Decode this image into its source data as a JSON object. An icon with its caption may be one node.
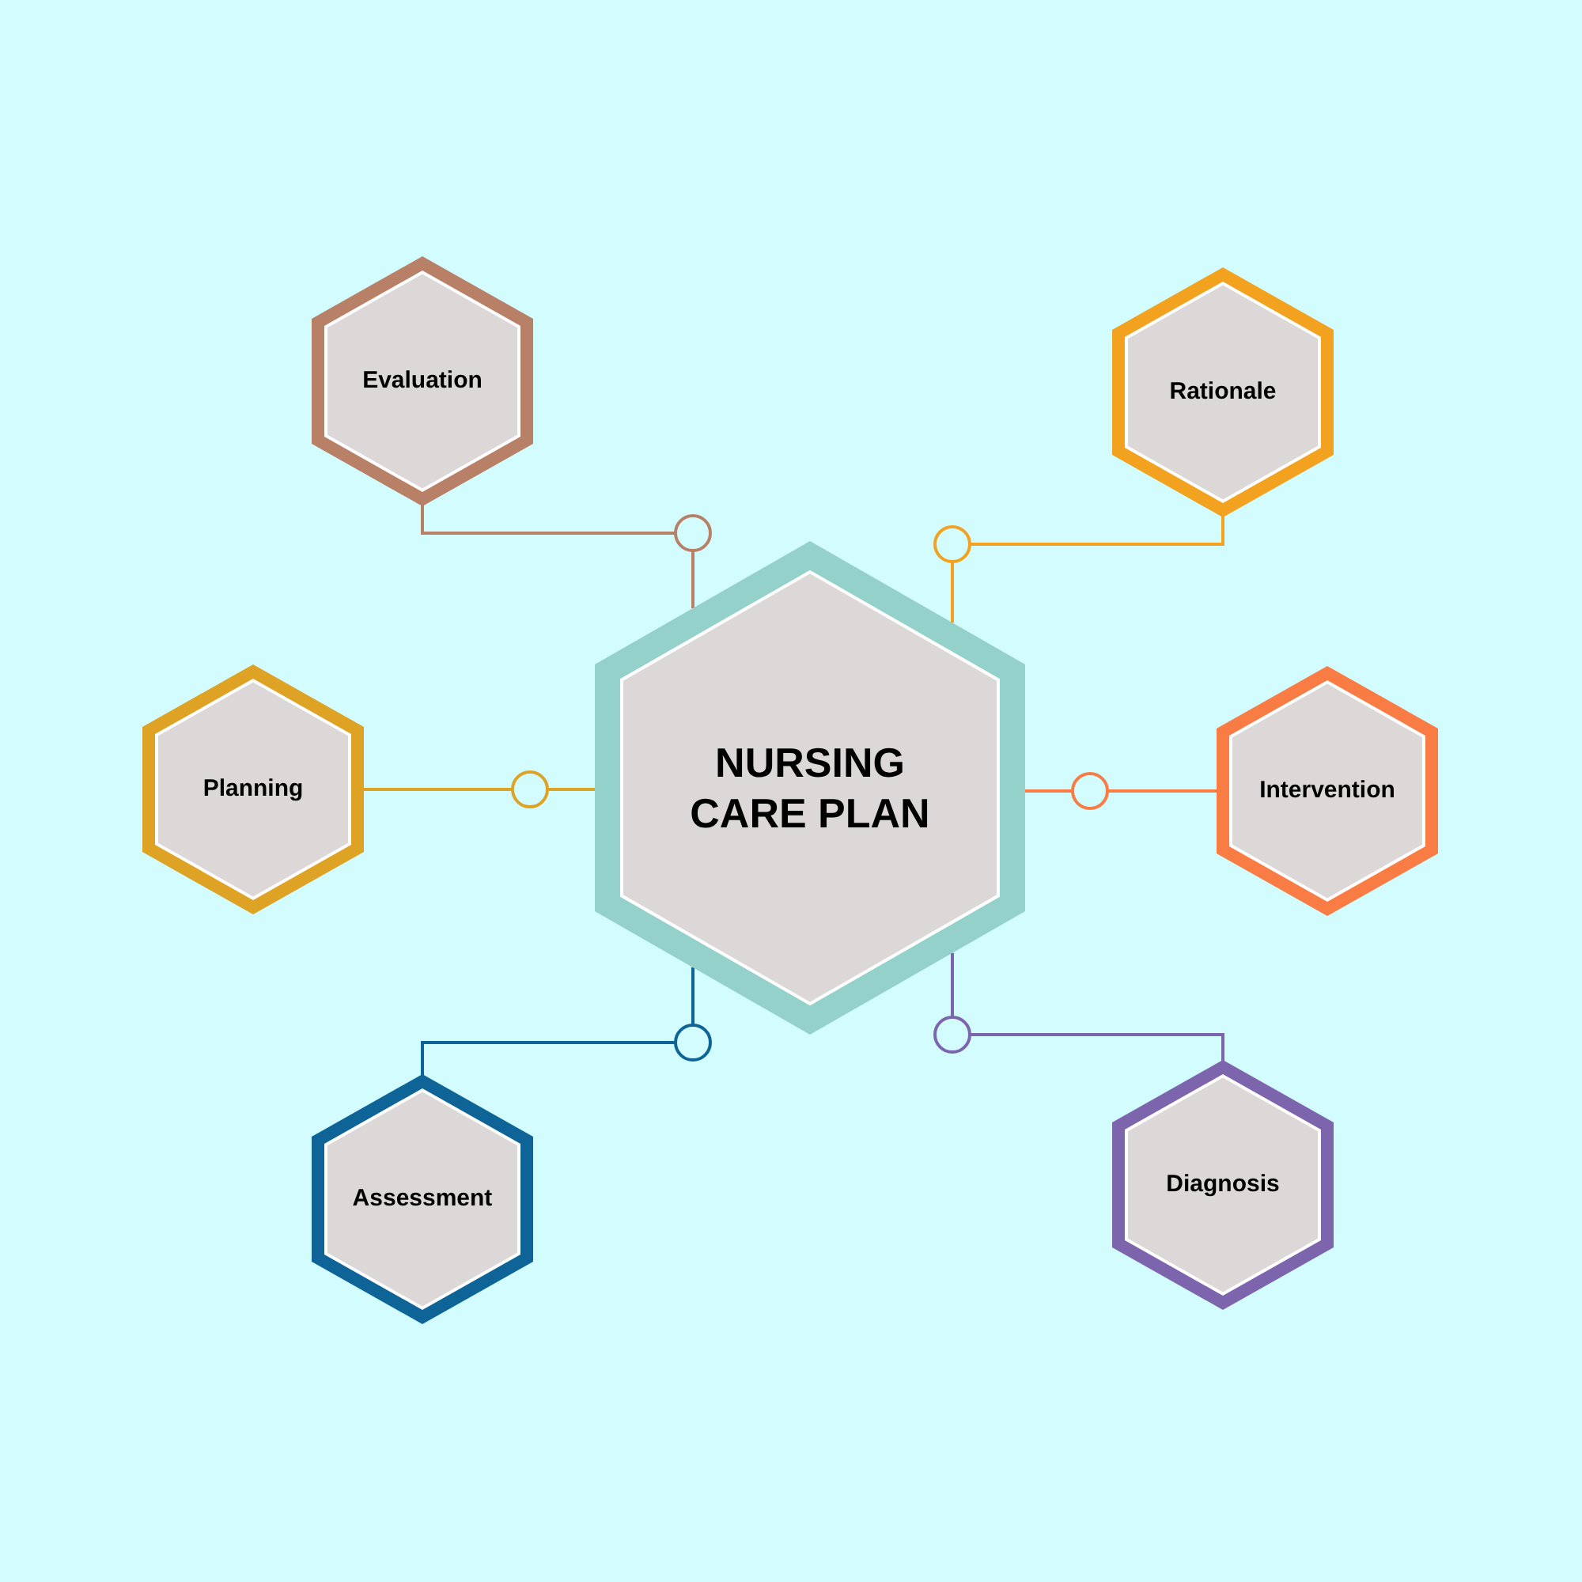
{
  "diagram": {
    "nodes": [
      {
        "text": [
          "NURSING CARE PLAN"
        ]
      },
      {
        "text": [
          "Evaluation"
        ]
      },
      {
        "text": [
          "Rationale"
        ]
      },
      {
        "text": [
          "Planning"
        ]
      },
      {
        "text": [
          "Intervention"
        ]
      },
      {
        "text": [
          "Assessment"
        ]
      },
      {
        "text": [
          "Diagnosis"
        ]
      }
    ],
    "edges": [
      {
        "from": 1,
        "to": 0,
        "arrow": "none",
        "color": "#b98068"
      },
      {
        "from": 2,
        "to": 0,
        "arrow": "none",
        "color": "#f2a21e"
      },
      {
        "from": 3,
        "to": 0,
        "arrow": "none",
        "color": "#dea224"
      },
      {
        "from": 4,
        "to": 0,
        "arrow": "none",
        "color": "#f97c45"
      },
      {
        "from": 5,
        "to": 0,
        "arrow": "none",
        "color": "#0e6496"
      },
      {
        "from": 6,
        "to": 0,
        "arrow": "none",
        "color": "#7c65ad"
      }
    ]
  }
}
